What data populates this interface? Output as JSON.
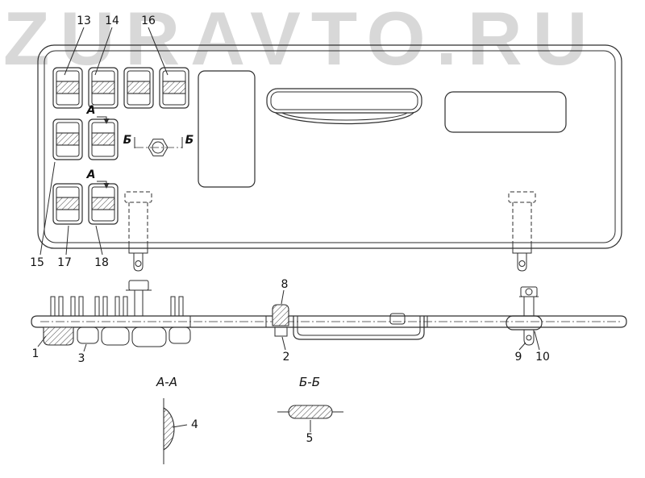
{
  "watermark": "ZURAVTO.RU",
  "front_view": {
    "callouts": {
      "c13": "13",
      "c14": "14",
      "c16": "16",
      "c15": "15",
      "c17": "17",
      "c18": "18"
    },
    "markers": {
      "a_upper": "А",
      "a_lower": "А",
      "b_left": "Б",
      "b_right": "Б"
    }
  },
  "side_view": {
    "callouts": {
      "c1": "1",
      "c3": "3",
      "c8": "8",
      "c2": "2",
      "c9": "9",
      "c10": "10"
    }
  },
  "sections": {
    "aa": {
      "title": "А-А",
      "callout": "4"
    },
    "bb": {
      "title": "Б-Б",
      "callout": "5"
    }
  }
}
